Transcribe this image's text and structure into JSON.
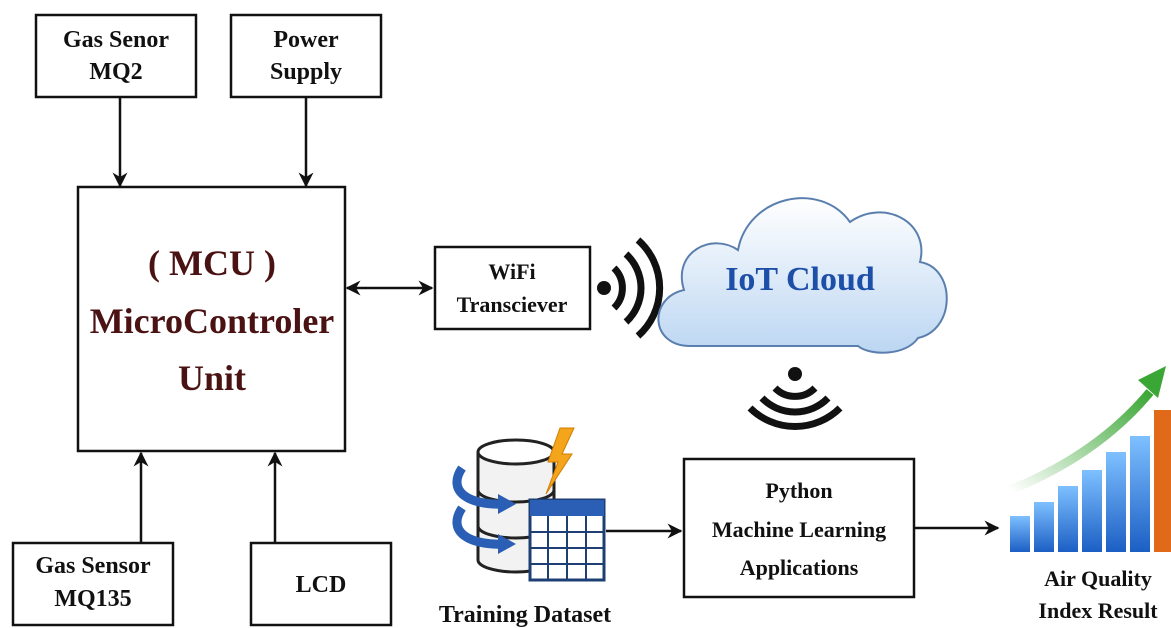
{
  "blocks": {
    "gas_sensor_mq2": [
      "Gas Senor",
      "MQ2"
    ],
    "power_supply": [
      "Power",
      "Supply"
    ],
    "mcu": [
      "( MCU )",
      "MicroControler",
      "Unit"
    ],
    "wifi": [
      "WiFi",
      "Transciever"
    ],
    "iot_cloud": "IoT Cloud",
    "gas_sensor_mq135": [
      "Gas Sensor",
      "MQ135"
    ],
    "lcd": "LCD",
    "python_ml": [
      "Python",
      "Machine Learning",
      "Applications"
    ],
    "training_dataset": "Training Dataset",
    "aqi_result": [
      "Air  Quality",
      "Index Result"
    ]
  },
  "colors": {
    "mcu_text": "#4a1212",
    "cloud_text": "#1d4fa8",
    "cloud_fill_top": "#ffffff",
    "cloud_fill_bottom": "#bcd6f2",
    "aqi_bars": "#2f7fe0",
    "aqi_arrow": "#3aa635",
    "aqi_last_bar": "#e06a1a"
  },
  "icons": [
    "wireless-signal-icon",
    "cloud-shape",
    "database-icon",
    "lightning-icon",
    "table-grid-icon",
    "bar-chart-icon",
    "growth-arrow-icon"
  ]
}
